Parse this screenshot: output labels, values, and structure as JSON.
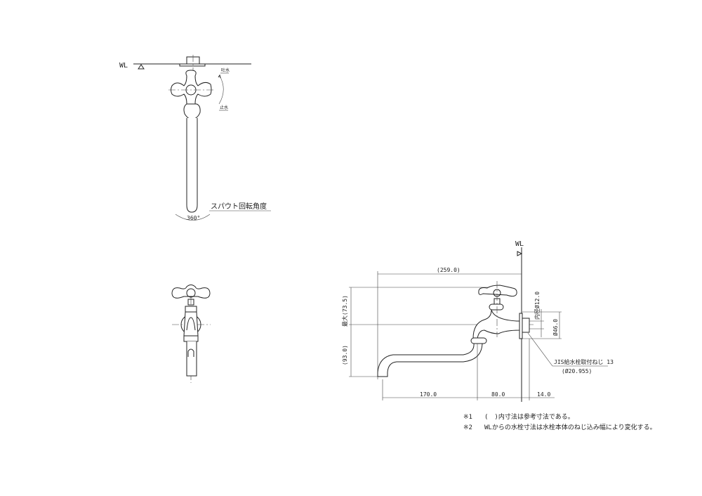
{
  "top_view": {
    "wl_label": "WL",
    "open_label": "吐水",
    "close_label": "止水",
    "spout_rotation_label": "スパウト回転角度",
    "rotation_angle": "360°"
  },
  "side_view": {
    "wl_label": "WL",
    "overall_length": "(259.0)",
    "height_above": "最大(73.5)",
    "height_below": "(93.0)",
    "inner_diameter": "内径Ø12.0",
    "flange_diameter": "Ø46.0",
    "thread_label": "JIS給水栓取付ねじ 13",
    "thread_diameter": "(Ø20.955)",
    "dim_spout": "170.0",
    "dim_body": "80.0",
    "dim_flange": "14.0"
  },
  "notes": [
    {
      "mark": "※1",
      "text": "(　)内寸法は参考寸法である。"
    },
    {
      "mark": "※2",
      "text": "WLからの水栓寸法は水栓本体のねじ込み幅により変化する。"
    }
  ]
}
